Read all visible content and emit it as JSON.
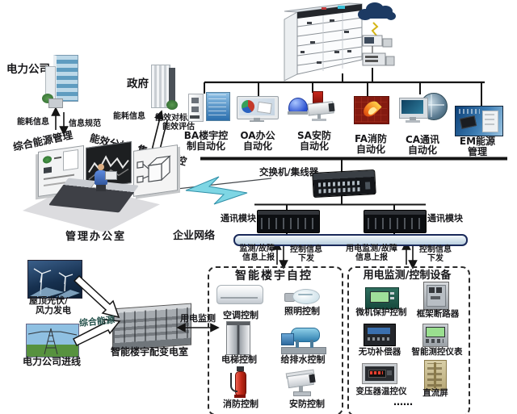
{
  "colors": {
    "line": "#151515",
    "bus_fill": "#cfe0ec",
    "bus_border": "#1a2a5a",
    "lightning": "#7ed6e4",
    "fire_red": "#841a10",
    "cloud_navy": "#1c3a63"
  },
  "top": {
    "power_company": "电力公司",
    "government": "政府",
    "power_flow_up": "能耗信息",
    "power_flow_down": "信息规范",
    "gov_flow_up": "能耗信息",
    "gov_flow_down_1": "能效对标/",
    "gov_flow_down_2": "能效评估"
  },
  "office": {
    "screen_energy_mgmt": "综合能源管理",
    "screen_efficiency": "能效分析",
    "screen_monitoring": "集中式监控",
    "room": "管理办公室"
  },
  "systems": [
    {
      "line1": "BA楼宇控",
      "line2": "制自动化"
    },
    {
      "line1": "OA办公",
      "line2": "自动化"
    },
    {
      "line1": "SA安防",
      "line2": "自动化"
    },
    {
      "line1": "FA消防",
      "line2": "自动化"
    },
    {
      "line1": "CA通讯",
      "line2": "自动化"
    },
    {
      "line1": "EM能源",
      "line2": "管理"
    }
  ],
  "network": {
    "switch": "交换机/集线器",
    "comm_module_left": "通讯模块",
    "comm_module_right": "通讯模块",
    "enterprise": "企业网络"
  },
  "flows": {
    "left_up_1": "监测/故障",
    "left_up_2": "信息上报",
    "left_down_1": "控制信息",
    "left_down_2": "下发",
    "right_up_1": "用电监测/故障",
    "right_up_2": "信息上报",
    "right_down_1": "控制信息",
    "right_down_2": "下发"
  },
  "building_box": {
    "title": "智能楼宇自控",
    "items": [
      "空调控制",
      "照明控制",
      "电梯控制",
      "给排水控制",
      "消防控制",
      "安防控制"
    ]
  },
  "power_box": {
    "title": "用电监测/控制设备",
    "items": [
      "微机保护控制",
      "框架断路器",
      "无功补偿器",
      "智能测控仪表",
      "变压器温控仪",
      "直流屏"
    ],
    "more": "……"
  },
  "bottom_left": {
    "pv_1": "屋顶光伏/",
    "pv_2": "风力发电",
    "grid_line": "电力公司进线",
    "energy": "综合能源",
    "substation": "智能楼宇配变电室",
    "power_monitor": "用电监测"
  }
}
